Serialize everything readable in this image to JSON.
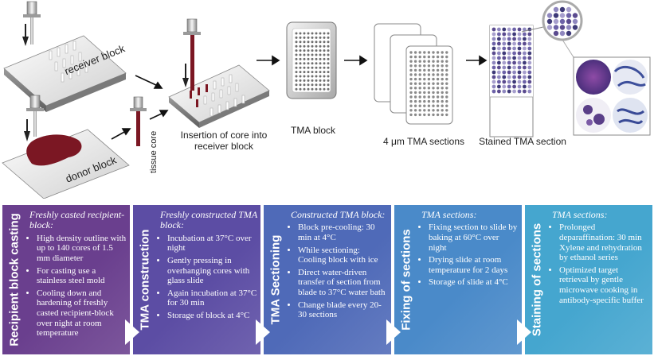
{
  "labels": {
    "receiver_block": "receiver block",
    "donor_block": "donor block",
    "tissue_core": "tissue core",
    "insertion": "Insertion of core into receiver block",
    "tma_block": "TMA block",
    "tma_sections": "4 μm TMA sections",
    "stained_section": "Stained TMA section"
  },
  "panels": [
    {
      "title": "Recipient block casting",
      "heading": "Freshly casted recipient-block:",
      "items": [
        "High density outline with up to 140 cores of 1.5 mm diameter",
        "For casting use a stainless steel mold",
        "Cooling down and hardening of freshly casted recipient-block over night at room temperature"
      ],
      "color": "#6a3f8e"
    },
    {
      "title": "TMA construction",
      "heading": "Freshly constructed TMA block:",
      "items": [
        "Incubation at 37°C over night",
        "Gently pressing in overhanging cores with glass slide",
        "Again incubation at 37°C for 30 min",
        "Storage of block at 4°C"
      ],
      "color": "#5c4da4"
    },
    {
      "title": "TMA Sectioning",
      "heading": "Constructed TMA block:",
      "items": [
        "Block pre-cooling: 30 min at 4°C",
        "While sectioning: Cooling block with ice",
        "Direct water-driven transfer of section from blade to 37°C water bath",
        "Change blade every 20-30 sections"
      ],
      "color": "#4f6ab8"
    },
    {
      "title": "Fixing of sections",
      "heading": "TMA sections:",
      "items": [
        "Fixing section to slide by baking at 60°C over night",
        "Drying slide at room temperature for 2 days",
        "Storage of slide at 4°C"
      ],
      "color": "#4a8ac9"
    },
    {
      "title": "Staining of sections",
      "heading": "TMA sections:",
      "items": [
        "Prolonged deparaffination: 30 min Xylene and rehydration by ethanol series",
        "Optimized target retrieval by gentle microwave cooking in antibody-specific buffer"
      ],
      "color": "#45a6cf"
    }
  ]
}
